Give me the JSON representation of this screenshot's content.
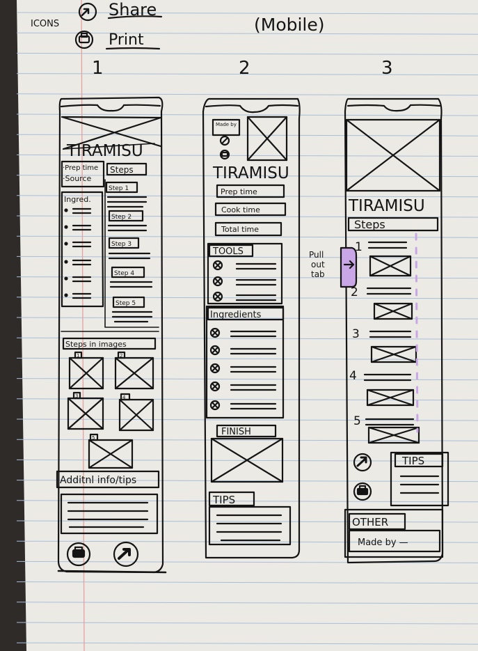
{
  "header": {
    "icons_label": "ICONS",
    "share_label": "Share",
    "print_label": "Print",
    "mobile_label": "(Mobile)"
  },
  "phone1": {
    "number": "1",
    "title": "TIRAMISU",
    "prep_time": "·Prep time",
    "source": "·Source",
    "steps": "Steps",
    "ingred": "Ingred.",
    "step_labels": [
      "Step 1",
      "Step 2",
      "Step 3",
      "Step 4",
      "Step 5"
    ],
    "steps_in_images": "Steps in images",
    "image_numbers": [
      "1",
      "2",
      "3",
      "4",
      "5"
    ],
    "additional_info": "Additnl info/tips"
  },
  "phone2": {
    "number": "2",
    "made_by": "Made by",
    "title": "TIRAMISU",
    "prep_time": "Prep time",
    "cook_time": "Cook time",
    "total_time": "Total time",
    "tools": "TOOLS",
    "ingredients": "Ingredients",
    "finish": "FINISH",
    "tips": "TIPS"
  },
  "annotation": {
    "pull": "Pull",
    "out": "out",
    "tab": "tab"
  },
  "phone3": {
    "number": "3",
    "title": "TIRAMISU",
    "steps": "Steps",
    "step_numbers": [
      "1",
      "2",
      "3",
      "4",
      "5"
    ],
    "tips": "TIPS",
    "other": "OTHER",
    "made_by": "Made by —"
  },
  "colors": {
    "paper": "#ebeae4",
    "rule_line": "#a9bfd9",
    "margin_line": "#e4a2a0",
    "ink": "#141414",
    "highlighter": "#c9a6e6"
  }
}
